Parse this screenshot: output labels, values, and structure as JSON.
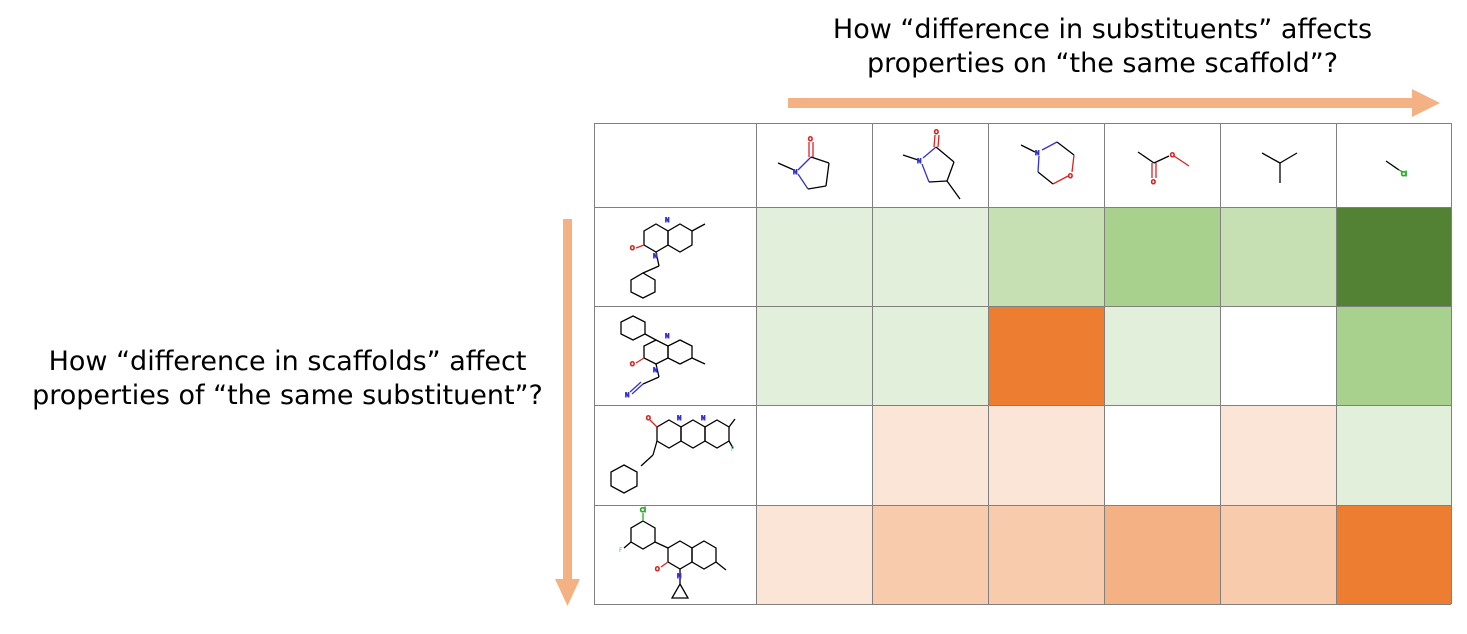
{
  "captions": {
    "top": {
      "line1": "How “difference in substituents” affects",
      "line2": "properties on “the same scaffold”?"
    },
    "left": {
      "line1": "How “difference in scaffolds” affect",
      "line2": "properties of “the same substituent”?"
    }
  },
  "colors": {
    "arrow": "#f4b183",
    "grid_line": "#808080",
    "palette": {
      "green_1": "#e2efda",
      "green_2": "#c6e0b4",
      "green_3": "#a9d18e",
      "green_4": "#548235",
      "white": "#ffffff",
      "orange_1": "#fbe5d6",
      "orange_2": "#f8cbad",
      "orange_3": "#f4b183",
      "orange_4": "#ed7d31"
    }
  },
  "substituents": [
    {
      "icon": "n-methylpyrrolidinone-structure-icon"
    },
    {
      "icon": "methyl-n-methylpyrrolidinone-structure-icon"
    },
    {
      "icon": "n-methylmorpholine-structure-icon"
    },
    {
      "icon": "methyl-acetate-structure-icon"
    },
    {
      "icon": "isopropyl-structure-icon"
    },
    {
      "icon": "chloromethyl-structure-icon",
      "atom_labels": [
        "Cl"
      ]
    }
  ],
  "scaffolds": [
    {
      "icon": "benzyl-quinoxalinone-structure-icon"
    },
    {
      "icon": "phenyl-pyridopyrazinone-cyanomethyl-structure-icon"
    },
    {
      "icon": "phenethyl-naphthyridinone-structure-icon"
    },
    {
      "icon": "dihalophenyl-quinolinone-cyclopropyl-structure-icon"
    }
  ],
  "heatmap": {
    "cells": [
      [
        "green_1",
        "green_1",
        "green_2",
        "green_3",
        "green_2",
        "green_4"
      ],
      [
        "green_1",
        "green_1",
        "orange_4",
        "green_1",
        "white",
        "green_3"
      ],
      [
        "white",
        "orange_1",
        "orange_1",
        "white",
        "orange_1",
        "green_1"
      ],
      [
        "orange_1",
        "orange_2",
        "orange_2",
        "orange_3",
        "orange_2",
        "orange_4"
      ]
    ]
  }
}
